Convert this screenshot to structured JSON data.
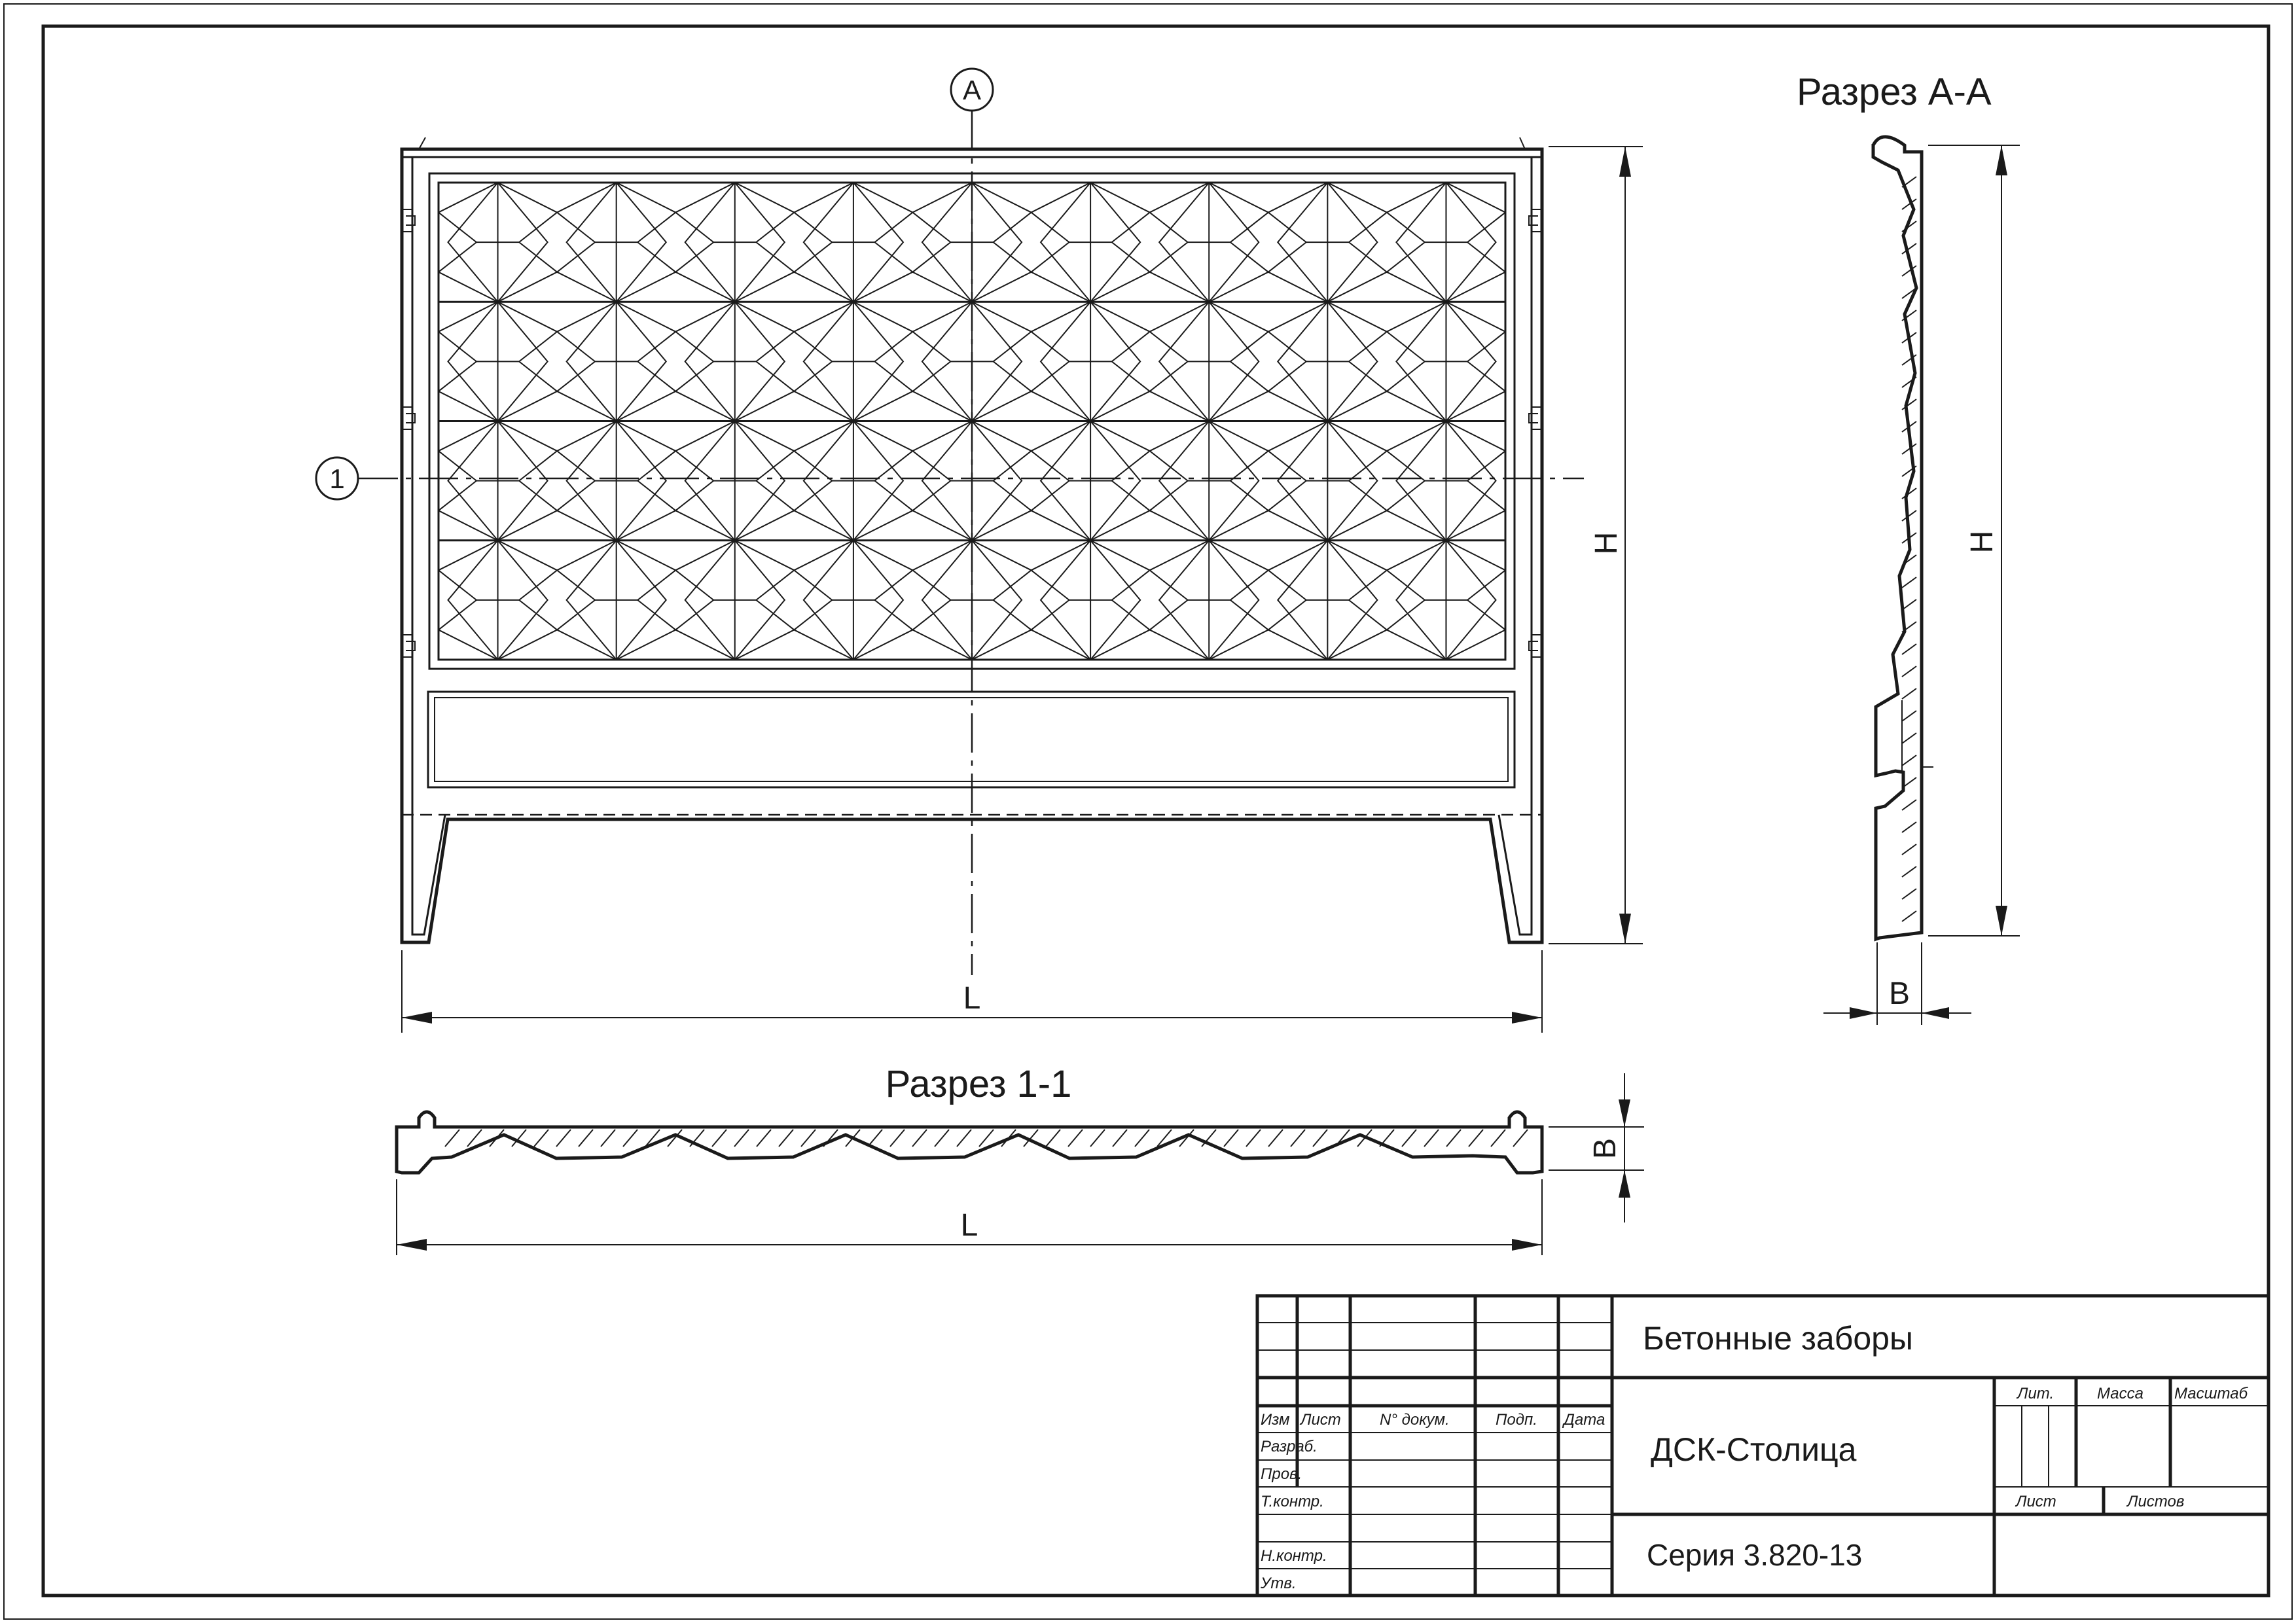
{
  "drawing": {
    "views": {
      "front": {
        "axis_vertical_label": "A",
        "axis_horizontal_label": "1",
        "dim_height": "H",
        "dim_length": "L"
      },
      "section_aa": {
        "title": "Разрез А-А",
        "dim_height": "H",
        "dim_thickness": "B"
      },
      "section_11": {
        "title": "Разрез 1-1",
        "dim_thickness": "B",
        "dim_length": "L"
      }
    }
  },
  "title_block": {
    "product_name": "Бетонные заборы",
    "company": "ДСК-Столица",
    "series": "Серия 3.820-13",
    "headers": {
      "izm": "Изм",
      "list": "Лист",
      "doc_no": "N° докум.",
      "signature": "Подп.",
      "date": "Дата"
    },
    "roles": {
      "developed": "Разраб.",
      "checked": "Пров.",
      "tech_control": "Т.контр.",
      "norm_control": "Н.контр.",
      "approved": "Утв."
    },
    "right": {
      "lit": "Лит.",
      "mass": "Масса",
      "scale": "Масштаб",
      "sheet": "Лист",
      "sheets": "Листов"
    }
  }
}
